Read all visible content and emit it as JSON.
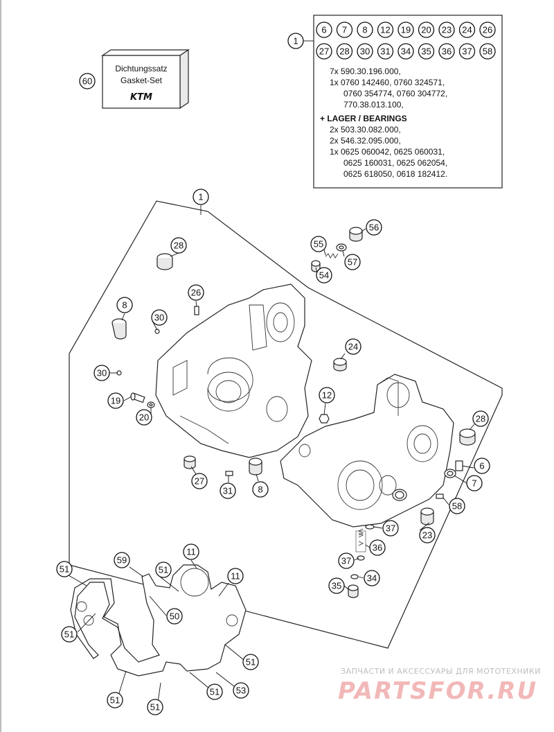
{
  "main_callout": "1",
  "kit_callout": "60",
  "kit_box": {
    "line1": "Dichtungssatz",
    "line2": "Gasket-Set",
    "brand": "KTM"
  },
  "info_box": {
    "header_callouts": [
      "6",
      "7",
      "8",
      "12",
      "19",
      "20",
      "23",
      "24",
      "26",
      "27",
      "28",
      "30",
      "31",
      "34",
      "35",
      "36",
      "37",
      "58"
    ],
    "lines": [
      "7x 590.30.196.000,",
      "1x 0760 142460, 0760 324571,",
      "0760 354774, 0760 304772,",
      "770.38.013.100,",
      "+ LAGER / BEARINGS",
      "2x 503.30.082.000,",
      "2x 546.32.095.000,",
      "1x 0625 060042, 0625 060031,",
      "0625 160031, 0625 062054,",
      "0625 618050, 0618 182412."
    ]
  },
  "callouts": [
    {
      "id": "c28a",
      "label": "28"
    },
    {
      "id": "c26",
      "label": "26"
    },
    {
      "id": "c8a",
      "label": "8"
    },
    {
      "id": "c30a",
      "label": "30"
    },
    {
      "id": "c30b",
      "label": "30"
    },
    {
      "id": "c19",
      "label": "19"
    },
    {
      "id": "c20",
      "label": "20"
    },
    {
      "id": "c27",
      "label": "27"
    },
    {
      "id": "c31",
      "label": "31"
    },
    {
      "id": "c8b",
      "label": "8"
    },
    {
      "id": "c55",
      "label": "55"
    },
    {
      "id": "c56",
      "label": "56"
    },
    {
      "id": "c57",
      "label": "57"
    },
    {
      "id": "c54",
      "label": "54"
    },
    {
      "id": "c24",
      "label": "24"
    },
    {
      "id": "c12",
      "label": "12"
    },
    {
      "id": "c28b",
      "label": "28"
    },
    {
      "id": "c6",
      "label": "6"
    },
    {
      "id": "c7",
      "label": "7"
    },
    {
      "id": "c58",
      "label": "58"
    },
    {
      "id": "c37a",
      "label": "37"
    },
    {
      "id": "c23",
      "label": "23"
    },
    {
      "id": "c36",
      "label": "36"
    },
    {
      "id": "c37b",
      "label": "37"
    },
    {
      "id": "c34",
      "label": "34"
    },
    {
      "id": "c35",
      "label": "35"
    },
    {
      "id": "c51a",
      "label": "51"
    },
    {
      "id": "c59",
      "label": "59"
    },
    {
      "id": "c51b",
      "label": "51"
    },
    {
      "id": "c11a",
      "label": "11"
    },
    {
      "id": "c11b",
      "label": "11"
    },
    {
      "id": "c50",
      "label": "50"
    },
    {
      "id": "c51c",
      "label": "51"
    },
    {
      "id": "c51d",
      "label": "51"
    },
    {
      "id": "c51e",
      "label": "51"
    },
    {
      "id": "c51f",
      "label": "51"
    },
    {
      "id": "c53",
      "label": "53"
    },
    {
      "id": "c51g",
      "label": "51"
    }
  ],
  "watermark": {
    "tagline": "ЗАПЧАСТИ И АКСЕССУАРЫ ДЛЯ МОТОТЕХНИКИ",
    "logo": "PARTSFOR.RU"
  }
}
